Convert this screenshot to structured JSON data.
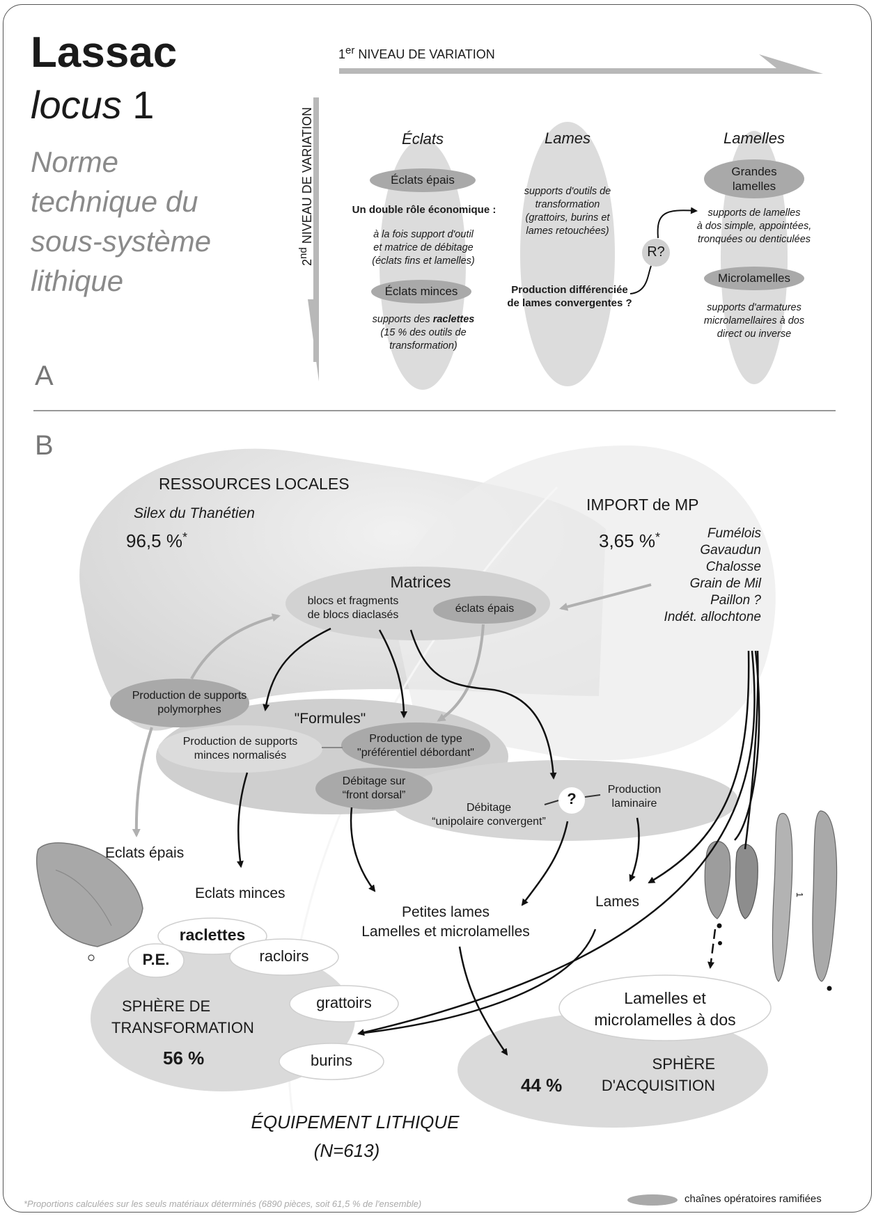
{
  "title": {
    "site": "Lassac",
    "locus_word": "locus",
    "locus_num": "1",
    "subtitle": [
      "Norme",
      "technique du",
      "sous-système",
      "lithique"
    ]
  },
  "panel_a": {
    "letter": "A",
    "axis1_sup": "er",
    "axis1_num": "1",
    "axis1_label": "NIVEAU DE VARIATION",
    "axis2_num": "2",
    "axis2_sup": "nd",
    "axis2_label": "NIVEAU DE VARIATION",
    "eclats": {
      "title": "Éclats",
      "epais": "Éclats épais",
      "role": "Un double rôle économique :",
      "role_desc": [
        "à la fois support d'outil",
        "et matrice de débitage",
        "(éclats fins et lamelles)"
      ],
      "minces": "Éclats minces",
      "minces_desc_pre": "supports des ",
      "minces_desc_bold": "raclettes",
      "minces_desc_2": "(15 % des outils de",
      "minces_desc_3": "transformation)"
    },
    "lames": {
      "title": "Lames",
      "desc": [
        "supports d'outils de",
        "transformation",
        "(grattoirs, burins et",
        "lames retouchées)"
      ],
      "prod": [
        "Production différenciée",
        "de lames convergentes ?"
      ]
    },
    "r_question": "R?",
    "lamelles": {
      "title": "Lamelles",
      "grandes": [
        "Grandes",
        "lamelles"
      ],
      "grandes_desc": [
        "supports de lamelles",
        "à dos simple, appointées,",
        "tronquées ou denticulées"
      ],
      "micro": "Microlamelles",
      "micro_desc": [
        "supports d'armatures",
        "microlamellaires à dos",
        "direct ou inverse"
      ]
    }
  },
  "panel_b": {
    "letter": "B",
    "ressources": "RESSOURCES LOCALES",
    "silex": "Silex du Thanétien",
    "pct_local": "96,5 %",
    "asterisk": "*",
    "import": "IMPORT de MP",
    "pct_import": "3,65 %",
    "import_sources": [
      "Fumélois",
      "Gavaudun",
      "Chalosse",
      "Grain de Mil",
      "Paillon ?",
      "Indét. allochtone"
    ],
    "matrices": "Matrices",
    "blocs": [
      "blocs et fragments",
      "de blocs diaclasés"
    ],
    "eclats_epais": "éclats épais",
    "prod_poly": [
      "Production de supports",
      "polymorphes"
    ],
    "formules": "\"Formules\"",
    "prod_minces": [
      "Production de supports",
      "minces normalisés"
    ],
    "prod_pref": [
      "Production de type",
      "\"préférentiel débordant\""
    ],
    "debitage_front": [
      "Débitage sur",
      "“front dorsal”"
    ],
    "debitage_unipol": [
      "Débitage",
      "“unipolaire convergent”"
    ],
    "question": "?",
    "prod_laminaire": [
      "Production",
      "laminaire"
    ],
    "eclats_epais_out": "Eclats épais",
    "eclats_minces_out": "Eclats minces",
    "petites_lames": [
      "Petites lames",
      "Lamelles et microlamelles"
    ],
    "lames_out": "Lames",
    "raclettes": "raclettes",
    "pe": "P.E.",
    "racloirs": "racloirs",
    "grattoirs": "grattoirs",
    "burins": "burins",
    "sphere_transf": [
      "SPHÈRE DE",
      "TRANSFORMATION"
    ],
    "pct_transf": "56 %",
    "lamelles_dos": [
      "Lamelles et",
      "microlamelles à dos"
    ],
    "sphere_acq": [
      "SPHÈRE",
      "D'ACQUISITION"
    ],
    "pct_acq": "44 %",
    "equipement": "ÉQUIPEMENT LITHIQUE",
    "n_total": "(N=613)",
    "artifact_mark": "1"
  },
  "footnote": "*Proportions calculées sur les seuls matériaux déterminés (6890 pièces, soit 61,5 % de l'ensemble)",
  "legend": "chaînes opératoires ramifiées",
  "colors": {
    "ellipse_light": "#dcdcdc",
    "ellipse_mid": "#c8c8c8",
    "pill_dark": "#a9a9a9",
    "arrow_gray": "#b0b0b0",
    "text": "#1a1a1a"
  }
}
